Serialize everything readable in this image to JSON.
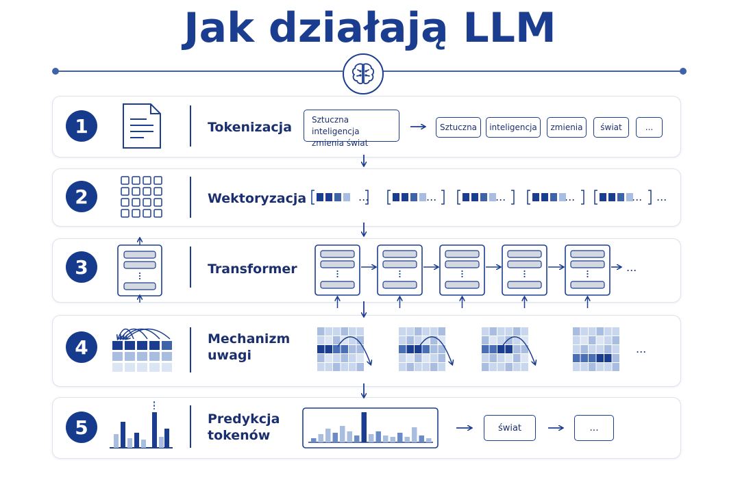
{
  "title": "Jak działają LLM",
  "icons": {
    "brain": "brain-icon",
    "document": "document-icon",
    "grid": "grid-icon",
    "transformer": "transformer-block-icon",
    "attention": "attention-icon",
    "histogram": "bar-chart-icon"
  },
  "colors": {
    "dark_blue": "#1b3d8f",
    "light_blue": "#a9bde0",
    "pale_blue": "#dce5f3"
  },
  "steps": [
    {
      "number": "1",
      "label": "Tokenizacja"
    },
    {
      "number": "2",
      "label": "Wektoryzacja"
    },
    {
      "number": "3",
      "label": "Transformer"
    },
    {
      "number": "4",
      "label_line1": "Mechanizm",
      "label_line2": "uwagi"
    },
    {
      "number": "5",
      "label_line1": "Predykcja",
      "label_line2": "tokenów"
    }
  ],
  "tokenization": {
    "sentence_line1": "Sztuczna inteligencja",
    "sentence_line2": "zmienia świat",
    "tokens": [
      "Sztuczna",
      "inteligencja",
      "zmienia",
      "świat",
      "..."
    ]
  },
  "vectorization": {
    "ellipsis": "...",
    "trailing": "..."
  },
  "transformer": {
    "ellipsis": "..."
  },
  "attention": {
    "ellipsis": "..."
  },
  "prediction": {
    "predicted_token": "świat",
    "next_token": "..."
  }
}
